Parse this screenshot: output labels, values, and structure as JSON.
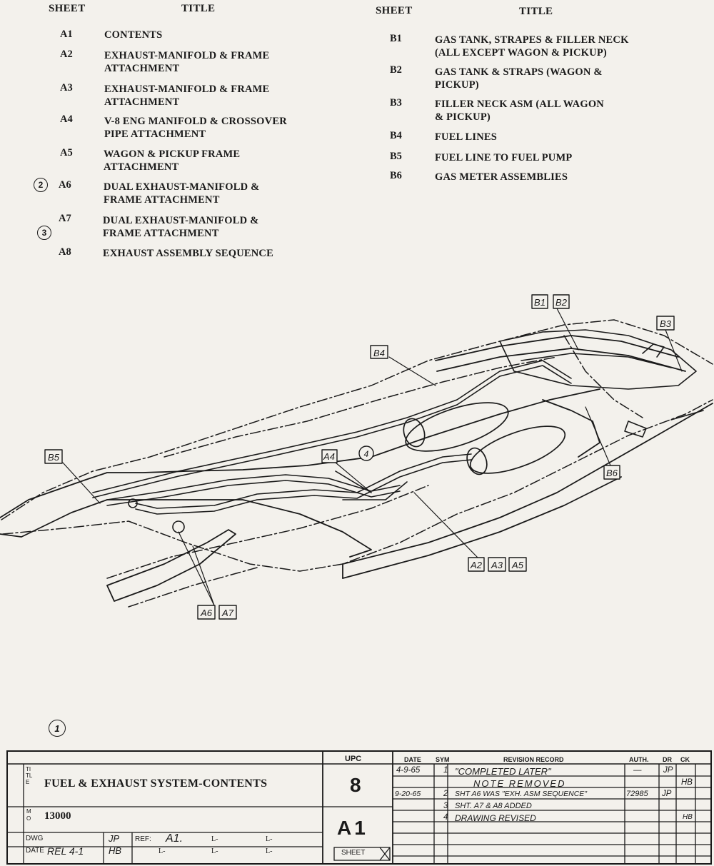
{
  "index": {
    "sheet_header": "SHEET",
    "title_header": "TITLE",
    "left": [
      {
        "sheet": "A1",
        "title": "CONTENTS"
      },
      {
        "sheet": "A2",
        "title": "EXHAUST-MANIFOLD & FRAME\nATTACHMENT"
      },
      {
        "sheet": "A3",
        "title": "EXHAUST-MANIFOLD & FRAME\nATTACHMENT"
      },
      {
        "sheet": "A4",
        "title": "V-8 ENG MANIFOLD & CROSSOVER\nPIPE ATTACHMENT"
      },
      {
        "sheet": "A5",
        "title": "WAGON & PICKUP FRAME\nATTACHMENT"
      },
      {
        "sheet": "A6",
        "title": "DUAL EXHAUST-MANIFOLD &\nFRAME ATTACHMENT",
        "mark": "2"
      },
      {
        "sheet": "A7",
        "title": "DUAL EXHAUST-MANIFOLD &\nFRAME ATTACHMENT",
        "mark": "3"
      },
      {
        "sheet": "A8",
        "title": "EXHAUST ASSEMBLY SEQUENCE"
      }
    ],
    "right": [
      {
        "sheet": "B1",
        "title": "GAS TANK, STRAPES & FILLER NECK\n(ALL EXCEPT WAGON & PICKUP)"
      },
      {
        "sheet": "B2",
        "title": "GAS TANK & STRAPS (WAGON &\nPICKUP)"
      },
      {
        "sheet": "B3",
        "title": "FILLER NECK ASM (ALL WAGON\n& PICKUP)"
      },
      {
        "sheet": "B4",
        "title": "FUEL LINES"
      },
      {
        "sheet": "B5",
        "title": "FUEL LINE TO FUEL PUMP"
      },
      {
        "sheet": "B6",
        "title": "GAS METER ASSEMBLIES"
      }
    ]
  },
  "diagram": {
    "callouts": [
      "B1",
      "B2",
      "B3",
      "B4",
      "B5",
      "B6",
      "A4",
      "A2",
      "A3",
      "A5",
      "A6",
      "A7"
    ],
    "circle_mark": "4"
  },
  "revision_mark": "1",
  "title_block": {
    "title_vertical": "TITLE",
    "title": "FUEL & EXHAUST SYSTEM-CONTENTS",
    "mo_label": "MO",
    "mo_value": "13000",
    "dwg_label": "DWG",
    "date_label": "DATE",
    "date_value": "REL 4-1",
    "initials_1": "JP",
    "initials_2": "HB",
    "ref_label": "REF:",
    "ref_value": "A1.",
    "ref_blank": "L-",
    "upc_label": "UPC",
    "upc_value": "8",
    "sheet_value": "A1",
    "sheet_label": "SHEET",
    "rev_headers": {
      "date": "DATE",
      "sym": "SYM",
      "record": "REVISION RECORD",
      "auth": "AUTH.",
      "dr": "DR",
      "ck": "CK"
    },
    "revisions": [
      {
        "date": "4-9-65",
        "sym": "1",
        "record": "\"COMPLETED LATER\"",
        "auth": "—",
        "dr": "JP",
        "ck": ""
      },
      {
        "date": "",
        "sym": "",
        "record": "NOTE REMOVED",
        "auth": "",
        "dr": "",
        "ck": "HB"
      },
      {
        "date": "9-20-65",
        "sym": "2",
        "record": "SHT A6 WAS \"EXH. ASM SEQUENCE\"",
        "auth": "72985",
        "dr": "JP",
        "ck": ""
      },
      {
        "date": "",
        "sym": "3",
        "record": "SHT. A7 & A8 ADDED",
        "auth": "",
        "dr": "",
        "ck": ""
      },
      {
        "date": "",
        "sym": "4",
        "record": "DRAWING REVISED",
        "auth": "",
        "dr": "",
        "ck": "HB"
      }
    ]
  }
}
